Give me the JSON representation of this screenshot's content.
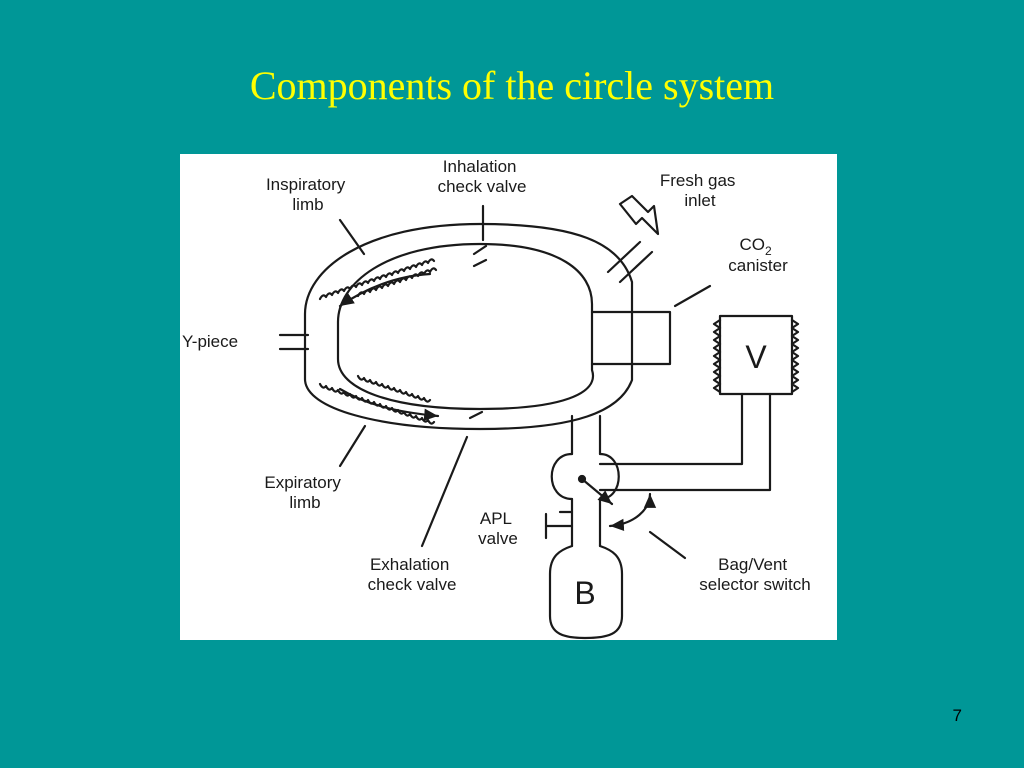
{
  "slide": {
    "title": "Components of the circle system",
    "page_number": "7"
  },
  "diagram": {
    "labels": {
      "inspiratory_limb": [
        "Inspiratory",
        "limb"
      ],
      "inhalation_check_valve": [
        "Inhalation",
        "check valve"
      ],
      "fresh_gas_inlet": [
        "Fresh gas",
        "inlet"
      ],
      "co2_canister": {
        "prefix": "CO",
        "subscript": "2",
        "line2": "canister"
      },
      "y_piece": "Y-piece",
      "ventilator": "V",
      "expiratory_limb": [
        "Expiratory",
        "limb"
      ],
      "apl_valve": [
        "APL",
        "valve"
      ],
      "reservoir_bag": "B",
      "exhalation_check_valve": [
        "Exhalation",
        "check valve"
      ],
      "bag_vent_selector": [
        "Bag/Vent",
        "selector switch"
      ]
    }
  },
  "colors": {
    "background": "#009797",
    "title": "#ffff00",
    "panel": "#ffffff",
    "ink": "#1a1a1a"
  }
}
